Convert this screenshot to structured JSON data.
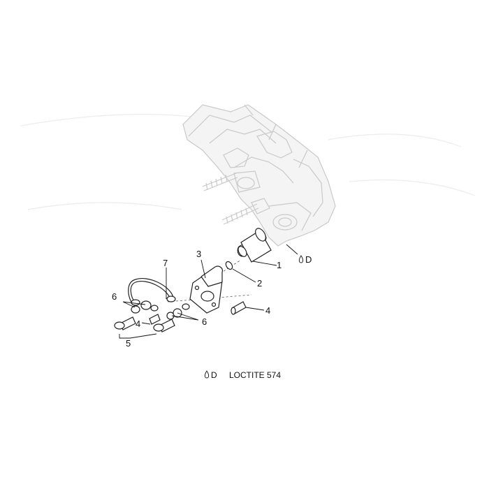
{
  "callouts": {
    "c1": "1",
    "c2": "2",
    "c3": "3",
    "c4a": "4",
    "c4b": "4",
    "c5": "5",
    "c6a": "6",
    "c6b": "6",
    "c7": "7"
  },
  "sealant_marker": {
    "label": "D",
    "icon": "drop-icon"
  },
  "legend": {
    "marker_label": "D",
    "text": "LOCTITE 574",
    "icon": "drop-icon"
  }
}
